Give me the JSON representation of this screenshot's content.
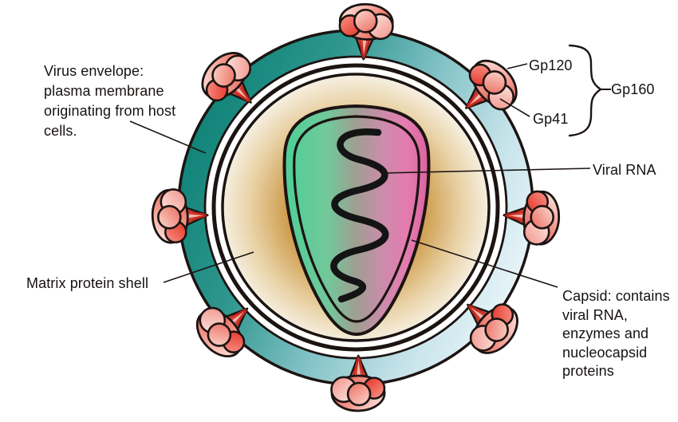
{
  "figure": {
    "description": "Cross-section diagram of an HIV virion",
    "background": "#ffffff"
  },
  "labels": {
    "envelope": "Virus envelope:\nplasma membrane\noriginating from host\ncells.",
    "matrix": "Matrix protein shell",
    "gp120": "Gp120",
    "gp41": "Gp41",
    "gp160": "Gp160",
    "viral_rna": "Viral RNA",
    "capsid": "Capsid: contains\nviral RNA,\nenzymes and\nnucleocapsid\nproteins"
  },
  "colors": {
    "outline": "#1c1412",
    "envelope_dark_teal": "#0c8175",
    "envelope_mid_teal": "#2f968e",
    "envelope_cyan": "#82c2c6",
    "envelope_light_blue": "#eef8fb",
    "matrix_gold_dark": "#c28938",
    "matrix_gold": "#cd9a49",
    "matrix_cream": "#f5eede",
    "capsid_green": "#4ed095",
    "capsid_gray": "#9f9e92",
    "capsid_pink": "#e47cb0",
    "capsid_pink_deep": "#db639e",
    "spike_red": "#e73529",
    "spike_pink_light": "#fcdfd8",
    "rna_black": "#141414"
  }
}
